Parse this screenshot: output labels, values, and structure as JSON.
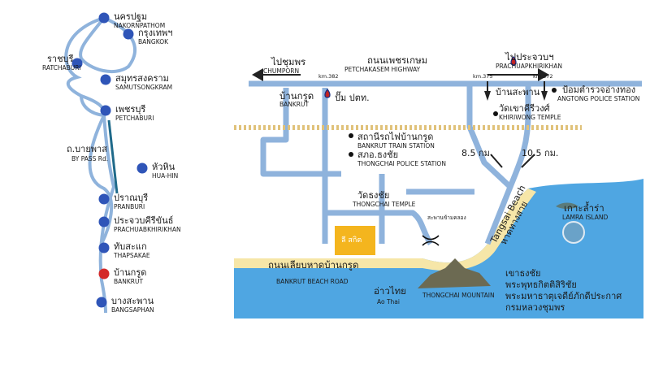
{
  "left_map": {
    "cities": [
      {
        "th": "นครปฐม",
        "en": "NAKORNPATHOM",
        "color": "#2f55b8"
      },
      {
        "th": "กรุงเทพฯ",
        "en": "BANGKOK",
        "color": "#2f55b8"
      },
      {
        "th": "ราชบุรี",
        "en": "RATCHABURI",
        "color": "#2f55b8"
      },
      {
        "th": "สมุทรสงคราม",
        "en": "SAMUTSONGKRAM",
        "color": "#2f55b8"
      },
      {
        "th": "เพชรบุรี",
        "en": "PETCHABURI",
        "color": "#2f55b8"
      },
      {
        "th": "หัวหิน",
        "en": "HUA-HIN",
        "color": "#2f55b8"
      },
      {
        "th": "ปราณบุรี",
        "en": "PRANBURI",
        "color": "#2f55b8"
      },
      {
        "th": "ประจวบคีรีขันธ์",
        "en": "PRACHUABKHIRIKHAN",
        "color": "#2f55b8"
      },
      {
        "th": "ทับสะแก",
        "en": "THAPSAKAE",
        "color": "#2f55b8"
      },
      {
        "th": "บ้านกรูด",
        "en": "BANKRUT",
        "color": "#d42a2a"
      },
      {
        "th": "บางสะพาน",
        "en": "BANGSAPHAN",
        "color": "#2f55b8"
      }
    ],
    "bypass": {
      "th": "ถ.บายพาส",
      "en": "BY PASS Rd."
    }
  },
  "right_map": {
    "chumporn": {
      "th": "ไปชุมพร",
      "en": "CHUMPORN"
    },
    "highway": {
      "th": "ถนนเพชรเกษม",
      "en": "PETCHAKASEM HIGHWAY"
    },
    "prachuap": {
      "th": "ไปประจวบฯ",
      "en": "PRACHUAPKHIRIKHAN"
    },
    "km382": "km.382",
    "km375": "km.375",
    "km372": "km.372",
    "bankrut": {
      "th": "บ้านกรูด",
      "en": "BANKRUT"
    },
    "ptt": "ปั๊ม ปตท.",
    "angtong": {
      "th": "ป้อมตำรวจอ่างทอง",
      "en": "ANGTONG POLICE STATION"
    },
    "khiriwong": {
      "th_top": "บ้านสะพาน",
      "th": "วัดเขาคีรีวงศ์",
      "en": "KHIRIWONG TEMPLE"
    },
    "train_station": {
      "th": "สถานีรถไฟบ้านกรูด",
      "en": "BANKRUT TRAIN STATION"
    },
    "police_station": {
      "th": "สภอ.ธงชัย",
      "en": "THONGCHAI POLICE STATION"
    },
    "dist1": "8.5 กม.",
    "dist2": "10.5 กม.",
    "temple": {
      "th": "วัดธงชัย",
      "en": "THONGCHAI TEMPLE"
    },
    "bridge": "สะพานข้ามคลอง",
    "lamra": {
      "th": "เกาะล้ำร่า",
      "en": "LAMRA ISLAND"
    },
    "beach_side": {
      "en": "Tangsai Beach",
      "th": "หาดทางสาย"
    },
    "beach_road": {
      "th": "ถนนเลียบหาดบ้านกรูด",
      "en": "BANKRUT BEACH ROAD"
    },
    "ao_thai": {
      "th": "อ่าวไทย",
      "en": "Ao Thai"
    },
    "mountain": {
      "en": "THONGCHAI MOUNTAIN"
    },
    "right_caption": [
      "เขาธงชัย",
      "พระพุทธกิตติสิริชัย",
      "พระมหาธาตุเจดีย์ภักดีประกาศ",
      "กรมหลวงชุมพร"
    ],
    "sign_text": "ลี สกิต",
    "colors": {
      "road": "#8fb3dc",
      "sea": "#4fa6e2",
      "sand": "#f6e6a8",
      "rail": "#e0c27a",
      "dot": "#2f55b8"
    }
  }
}
